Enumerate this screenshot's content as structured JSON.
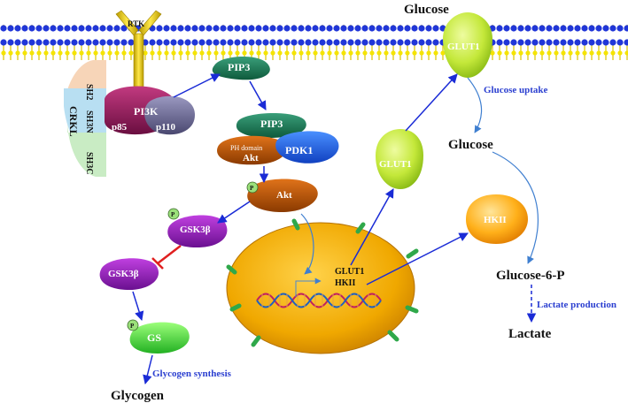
{
  "receptor": {
    "rtk": "RTK"
  },
  "crkl": {
    "sh2": "SH2",
    "sh3n": "SH3N",
    "sh3c": "SH3C",
    "name": "CRKL"
  },
  "pi3k": {
    "name": "PI3K",
    "p85": "p85",
    "p110": "p110"
  },
  "pathway": {
    "pip3_top": "PIP3",
    "pip3_mid": "PIP3",
    "ph_domain": "PH domain",
    "akt_membrane": "Akt",
    "pdk1": "PDK1",
    "akt_p": "Akt",
    "phospho": "P",
    "gsk3b_p": "GSK3β",
    "gsk3b": "GSK3β",
    "gs": "GS",
    "glycogen_synthesis": "Glycogen synthesis",
    "glycogen": "Glycogen"
  },
  "nucleus": {
    "glut1": "GLUT1",
    "hkii": "HKII"
  },
  "glucose_metabolism": {
    "glucose_top": "Glucose",
    "glut1_membrane": "GLUT1",
    "glucose_uptake": "Glucose uptake",
    "glucose_inside": "Glucose",
    "glut1_vesicle": "GLUT1",
    "hkii": "HKII",
    "glucose6p": "Glucose-6-P",
    "lactate_production": "Lactate production",
    "lactate": "Lactate"
  },
  "colors": {
    "membrane_yellow": "#f2e200",
    "membrane_blue": "#1a2bd6",
    "arrow_blue": "#1a2bd6",
    "inhibit_red": "#e02020",
    "nucleus_fill": "#f0a800",
    "glut1_fill": "#c4e83a",
    "hkii_fill": "#ffb01a"
  }
}
